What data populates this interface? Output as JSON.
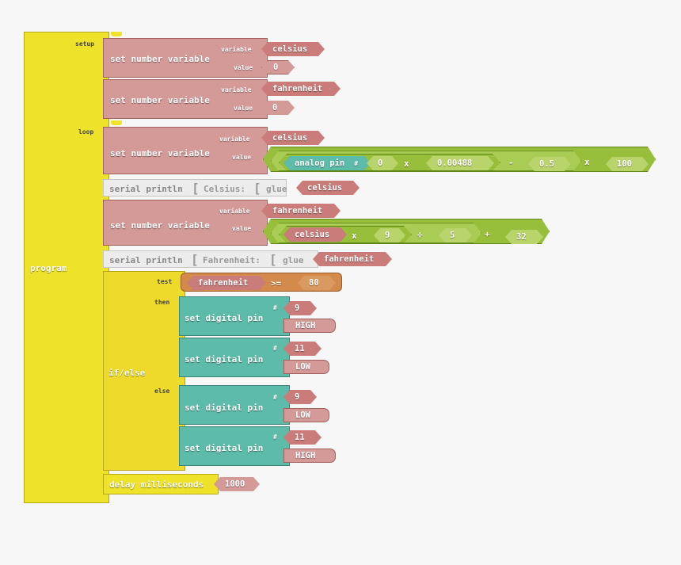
{
  "program": {
    "label": "program",
    "setup_label": "setup",
    "loop_label": "loop",
    "setup": [
      {
        "label": "set number variable",
        "variable_label": "variable",
        "value_label": "value",
        "variable": "celsius",
        "value": "0"
      },
      {
        "label": "set number variable",
        "variable_label": "variable",
        "value_label": "value",
        "variable": "fahrenheit",
        "value": "0"
      }
    ],
    "loop": {
      "set_celsius": {
        "label": "set number variable",
        "variable_label": "variable",
        "value_label": "value",
        "variable": "celsius",
        "expr": {
          "analog_label": "analog pin",
          "pin_mark": "#",
          "pin": "0",
          "op1": "x",
          "factor": "0.00488",
          "op2": "-",
          "offset": "0.5",
          "op3": "x",
          "scale": "100"
        }
      },
      "println1": {
        "label": "serial println",
        "text": "Celsius:",
        "glue": "glue",
        "variable": "celsius"
      },
      "set_fahrenheit": {
        "label": "set number variable",
        "variable_label": "variable",
        "value_label": "value",
        "variable": "fahrenheit",
        "expr": {
          "variable": "celsius",
          "op1": "x",
          "a": "9",
          "op2": "÷",
          "b": "5",
          "op3": "+",
          "c": "32"
        }
      },
      "println2": {
        "label": "serial println",
        "text": "Fahrenheit:",
        "glue": "glue",
        "variable": "fahrenheit"
      },
      "ifelse": {
        "label": "if/else",
        "test_label": "test",
        "then_label": "then",
        "else_label": "else",
        "test": {
          "variable": "fahrenheit",
          "op": ">=",
          "value": "80"
        },
        "then": [
          {
            "label": "set digital pin",
            "pin_mark": "#",
            "pin": "9",
            "state": "HIGH"
          },
          {
            "label": "set digital pin",
            "pin_mark": "#",
            "pin": "11",
            "state": "LOW"
          }
        ],
        "else": [
          {
            "label": "set digital pin",
            "pin_mark": "#",
            "pin": "9",
            "state": "LOW"
          },
          {
            "label": "set digital pin",
            "pin_mark": "#",
            "pin": "11",
            "state": "HIGH"
          }
        ]
      },
      "delay": {
        "label": "delay milliseconds",
        "value": "1000"
      }
    }
  }
}
